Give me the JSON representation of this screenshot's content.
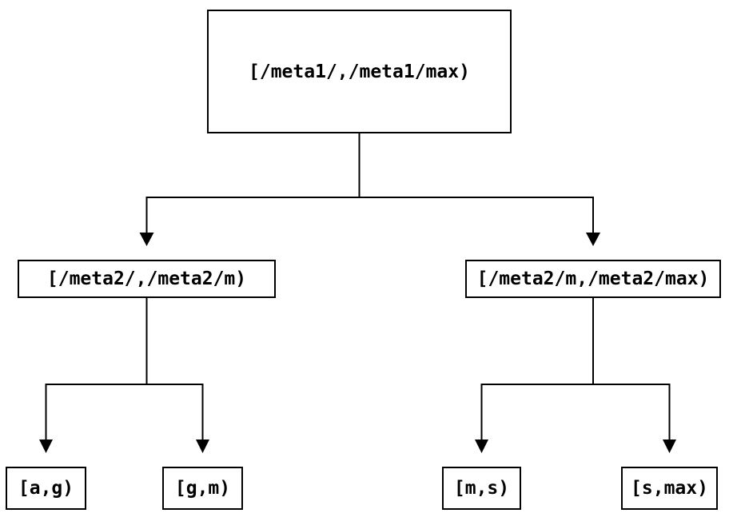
{
  "diagram": {
    "type": "tree",
    "colors": {
      "background": "#ffffff",
      "line": "#000000",
      "node_border": "#000000",
      "node_fill": "#ffffff",
      "text": "#000000"
    },
    "nodes": {
      "root": {
        "label": "[/meta1/,/meta1/max)"
      },
      "left": {
        "label": "[/meta2/,/meta2/m)"
      },
      "right": {
        "label": "[/meta2/m,/meta2/max)"
      },
      "leaf_ag": {
        "label": "[a,g)"
      },
      "leaf_gm": {
        "label": "[g,m)"
      },
      "leaf_ms": {
        "label": "[m,s)"
      },
      "leaf_smax": {
        "label": "[s,max)"
      }
    },
    "edges": [
      {
        "from": "root",
        "to": "left"
      },
      {
        "from": "root",
        "to": "right"
      },
      {
        "from": "left",
        "to": "leaf_ag"
      },
      {
        "from": "left",
        "to": "leaf_gm"
      },
      {
        "from": "right",
        "to": "leaf_ms"
      },
      {
        "from": "right",
        "to": "leaf_smax"
      }
    ]
  }
}
